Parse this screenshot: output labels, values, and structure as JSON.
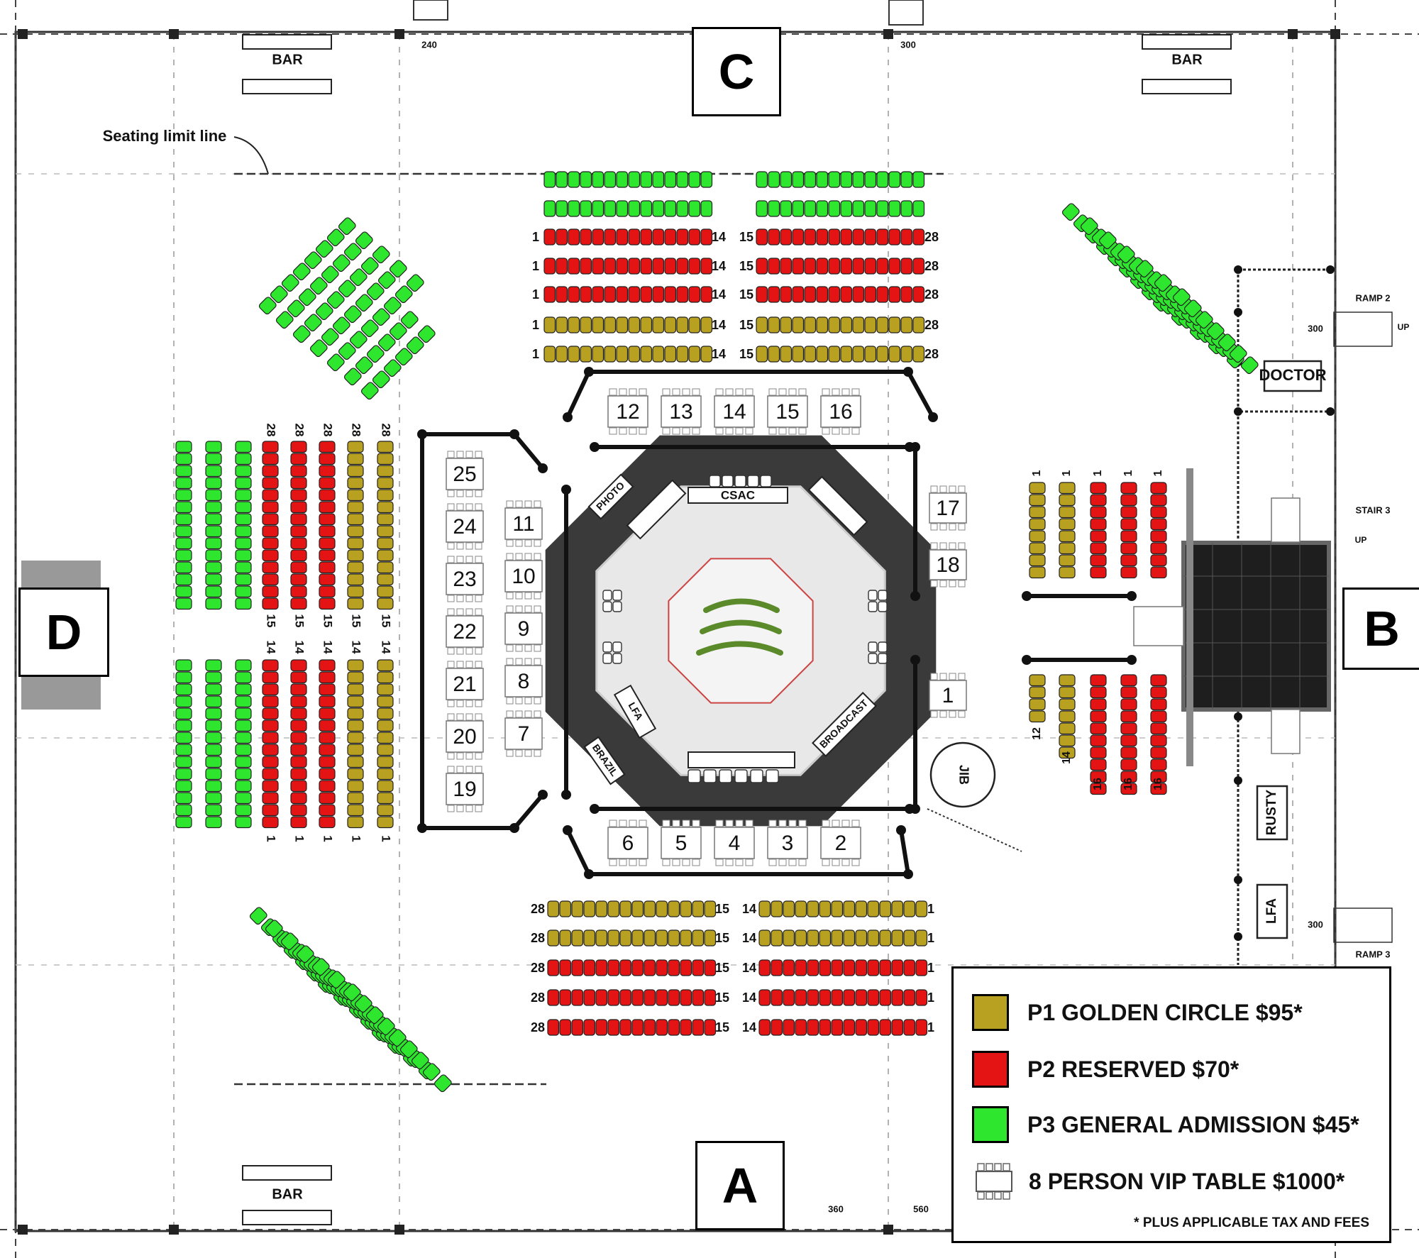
{
  "colors": {
    "gold": "#b8a020",
    "red": "#e41414",
    "green": "#2ee62e",
    "cage": "#3a3a3a",
    "stage": "#1e1e1e",
    "line": "#111111"
  },
  "sections": {
    "a": "A",
    "b": "B",
    "c": "C",
    "d": "D"
  },
  "labels": {
    "bar": "BAR",
    "seating_limit": "Seating limit line",
    "doctor": "DOCTOR",
    "rusty": "RUSTY",
    "lfa": "LFA",
    "csac": "CSAC",
    "photo": "PHOTO",
    "lfa_table": "LFA",
    "brazil": "BRAZIL",
    "broadcast": "BROADCAST",
    "jib": "JIB",
    "ramp2": "RAMP 2",
    "ramp3": "RAMP 3",
    "stair3": "STAIR 3",
    "up": "UP",
    "dim_240": "240",
    "dim_300": "300",
    "dim_360": "360",
    "dim_560": "560"
  },
  "vip_tables": {
    "top": [
      "12",
      "13",
      "14",
      "15",
      "16"
    ],
    "bottom": [
      "6",
      "5",
      "4",
      "3",
      "2"
    ],
    "left_outer": [
      "25",
      "24",
      "23",
      "22",
      "21",
      "20",
      "19"
    ],
    "left_inner": [
      "11",
      "10",
      "9",
      "8",
      "7"
    ],
    "right": [
      "17",
      "18",
      "1"
    ]
  },
  "seat_numbers": {
    "one": "1",
    "twelve": "12",
    "fourteen": "14",
    "fifteen": "15",
    "sixteen": "16",
    "twentyeight": "28"
  },
  "legend": {
    "items": [
      {
        "label": "P1 GOLDEN CIRCLE  $95*"
      },
      {
        "label": "P2 RESERVED  $70*"
      },
      {
        "label": "P3 GENERAL ADMISSION  $45*"
      },
      {
        "label": "8 PERSON VIP TABLE  $1000*"
      }
    ],
    "note": "* PLUS APPLICABLE TAX AND FEES"
  }
}
